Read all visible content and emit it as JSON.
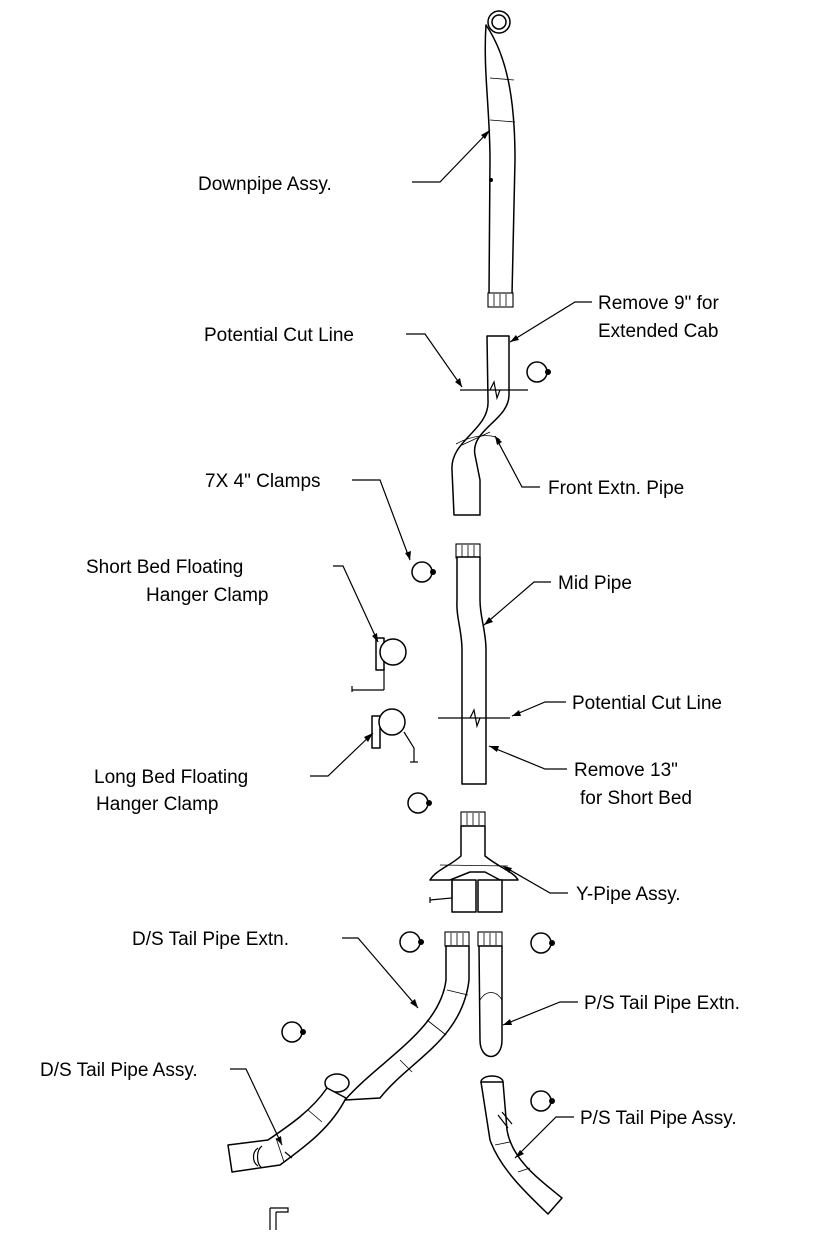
{
  "labels": {
    "downpipe": "Downpipe Assy.",
    "remove9_line1": "Remove 9\" for",
    "remove9_line2": "Extended Cab",
    "cutline_top": "Potential Cut Line",
    "front_extn": "Front Extn. Pipe",
    "clamps": "7X 4\" Clamps",
    "short_bed_line1": "Short Bed Floating",
    "short_bed_line2": "Hanger Clamp",
    "mid_pipe": "Mid Pipe",
    "cutline_mid": "Potential Cut Line",
    "long_bed_line1": "Long Bed Floating",
    "long_bed_line2": "Hanger Clamp",
    "remove13_line1": "Remove 13\"",
    "remove13_line2": "for Short Bed",
    "y_pipe": "Y-Pipe Assy.",
    "ds_tail_extn": "D/S Tail Pipe Extn.",
    "ps_tail_extn": "P/S Tail Pipe Extn.",
    "ds_tail_assy": "D/S Tail Pipe Assy.",
    "ps_tail_assy": "P/S Tail Pipe Assy."
  },
  "clamp_count": 7,
  "colors": {
    "ink": "#000000",
    "paper": "#ffffff"
  }
}
